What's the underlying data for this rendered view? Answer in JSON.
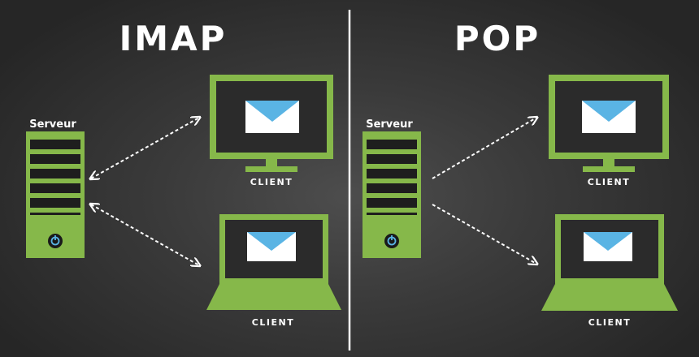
{
  "colors": {
    "green": "#86b84a",
    "green_dark": "#6f9c3a",
    "screen": "#2b2b2b",
    "envelope": "#ffffff",
    "envelope_flap": "#5ab4e4",
    "power": "#5ab4e4",
    "arrow": "#ffffff",
    "divider": "#ffffff"
  },
  "imap": {
    "title": "IMAP",
    "server_label": "Serveur",
    "desktop_label": "CLIENT",
    "laptop_label": "CLIENT"
  },
  "pop": {
    "title": "POP",
    "server_label": "Serveur",
    "desktop_label": "CLIENT",
    "laptop_label": "CLIENT"
  }
}
